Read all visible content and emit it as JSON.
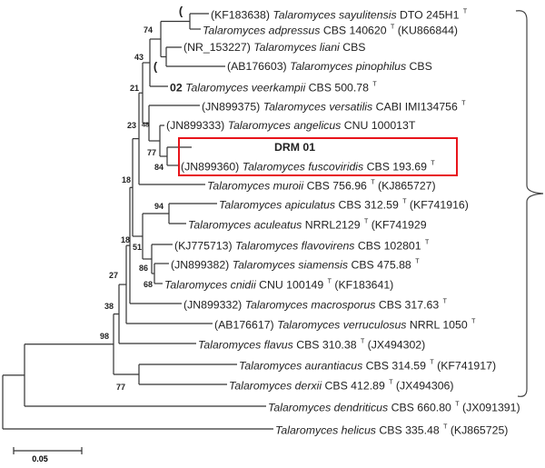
{
  "leaves": [
    {
      "acc": "(KF183638)",
      "name": "Talaromyces sayulitensis",
      "strain": "DTO 245H1",
      "sup": "T",
      "tail": ""
    },
    {
      "acc": "",
      "name": "Talaromyces adpressus",
      "strain": "CBS 140620",
      "sup": "T",
      "tail": "(KU866844)"
    },
    {
      "acc": "(NR_153227)",
      "name": "Talaromyces liani",
      "strain": "CBS",
      "sup": "",
      "tail": ""
    },
    {
      "acc": "(AB176603)",
      "name": "Talaromyces pinophilus",
      "strain": "CBS",
      "sup": "",
      "tail": ""
    },
    {
      "acc": "02",
      "name": "Talaromyces veerkampii",
      "strain": "CBS 500.78",
      "sup": "T",
      "tail": ""
    },
    {
      "acc": "(JN899375)",
      "name": "Talaromyces versatilis",
      "strain": "CABI IMI134756",
      "sup": "T",
      "tail": ""
    },
    {
      "acc": "(JN899333)",
      "name": "Talaromyces angelicus",
      "strain": "CNU 100013T",
      "sup": "",
      "tail": ""
    },
    {
      "acc": "",
      "name": "",
      "strain": "DRM 01",
      "sup": "",
      "tail": ""
    },
    {
      "acc": "(JN899360)",
      "name": "Talaromyces fuscoviridis",
      "strain": "CBS 193.69",
      "sup": "T",
      "tail": ""
    },
    {
      "acc": "",
      "name": "Talaromyces muroii",
      "strain": "CBS 756.96",
      "sup": "T",
      "tail": "(KJ865727)"
    },
    {
      "acc": "",
      "name": "Talaromyces apiculatus",
      "strain": "CBS 312.59",
      "sup": "T",
      "tail": "(KF741916)"
    },
    {
      "acc": "",
      "name": "Talaromyces aculeatus",
      "strain": "NRRL2129",
      "sup": "T",
      "tail": "(KF741929"
    },
    {
      "acc": "(KJ775713)",
      "name": "Talaromyces flavovirens",
      "strain": "CBS 102801",
      "sup": "T",
      "tail": ""
    },
    {
      "acc": "(JN899382)",
      "name": "Talaromyces siamensis",
      "strain": "CBS 475.88",
      "sup": "T",
      "tail": ""
    },
    {
      "acc": "",
      "name": "Talaromyces cnidii",
      "strain": "CNU 100149",
      "sup": "T",
      "tail": "(KF183641)"
    },
    {
      "acc": "(JN899332)",
      "name": "Talaromyces macrosporus",
      "strain": "CBS 317.63",
      "sup": "T",
      "tail": ""
    },
    {
      "acc": "(AB176617)",
      "name": "Talaromyces verruculosus",
      "strain": "NRRL 1050",
      "sup": "T",
      "tail": ""
    },
    {
      "acc": "",
      "name": "Talaromyces flavus",
      "strain": "CBS 310.38",
      "sup": "T",
      "tail": "(JX494302)"
    },
    {
      "acc": "",
      "name": "Talaromyces aurantiacus",
      "strain": "CBS 314.59",
      "sup": "T",
      "tail": "(KF741917)"
    },
    {
      "acc": "",
      "name": "Talaromyces derxii",
      "strain": "CBS 412.89",
      "sup": "T",
      "tail": "(JX494306)"
    },
    {
      "acc": "",
      "name": "Talaromyces dendriticus",
      "strain": "CBS 660.80",
      "sup": "T",
      "tail": "(JX091391)"
    },
    {
      "acc": "",
      "name": "Talaromyces helicus",
      "strain": "CBS 335.48",
      "sup": "T",
      "tail": "(KJ865725)"
    }
  ],
  "bootstrap": [
    "74",
    "43",
    "21",
    "23",
    "48",
    "77",
    "84",
    "18",
    "94",
    "51",
    "86",
    "68",
    "18",
    "27",
    "38",
    "98",
    "77"
  ],
  "stray_marks": [
    "(",
    "("
  ],
  "highlight": {
    "color": "#e8141b"
  },
  "scale_bar": {
    "label": "0.05"
  }
}
